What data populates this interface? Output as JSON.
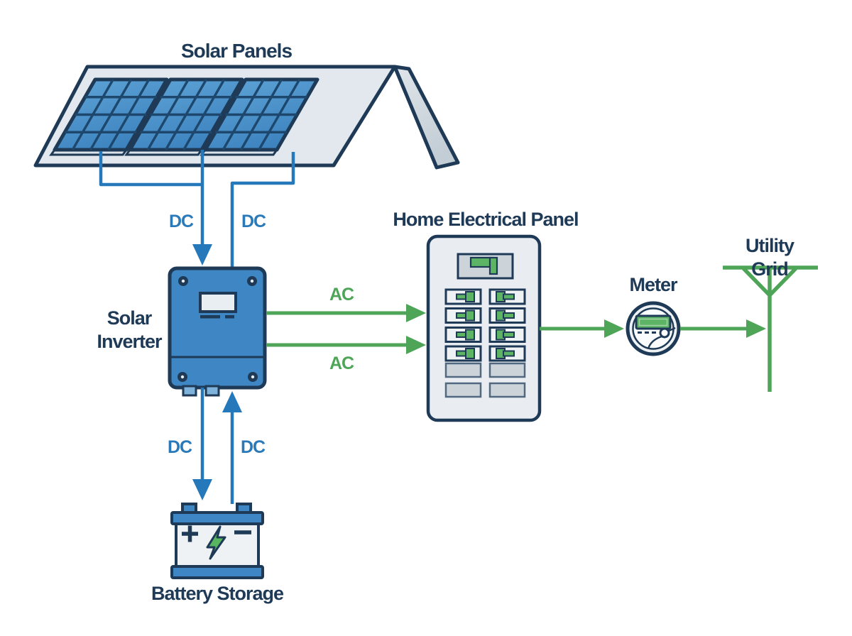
{
  "diagram": {
    "type": "solar-power-system-flow",
    "colors": {
      "navy_outline_text": "#1e3a56",
      "dc_wire_blue": "#2579ba",
      "component_blue": "#3f87c4",
      "solar_cell_blue": "#4d96cc",
      "ac_green": "#4ea557",
      "switch_green": "#5cb464",
      "roof_light": "#e0e7ec",
      "roof_side": "#ccd5dc",
      "panel_body": "#e9edf1",
      "breaker_gray": "#ccd4da"
    },
    "nodes": {
      "solar_panels": {
        "label": "Solar Panels"
      },
      "solar_inverter": {
        "label": "Solar\nInverter"
      },
      "home_electrical_panel": {
        "label": "Home Electrical Panel"
      },
      "meter": {
        "label": "Meter"
      },
      "utility_grid": {
        "label": "Utility Grid"
      },
      "battery_storage": {
        "label": "Battery Storage"
      }
    },
    "flows": {
      "dc_panels_to_inverter_left": "DC",
      "dc_panels_to_inverter_right": "DC",
      "ac_inverter_to_panel_top": "AC",
      "ac_inverter_to_panel_bottom": "AC",
      "dc_inverter_to_battery": "DC",
      "dc_battery_to_inverter": "DC"
    }
  }
}
